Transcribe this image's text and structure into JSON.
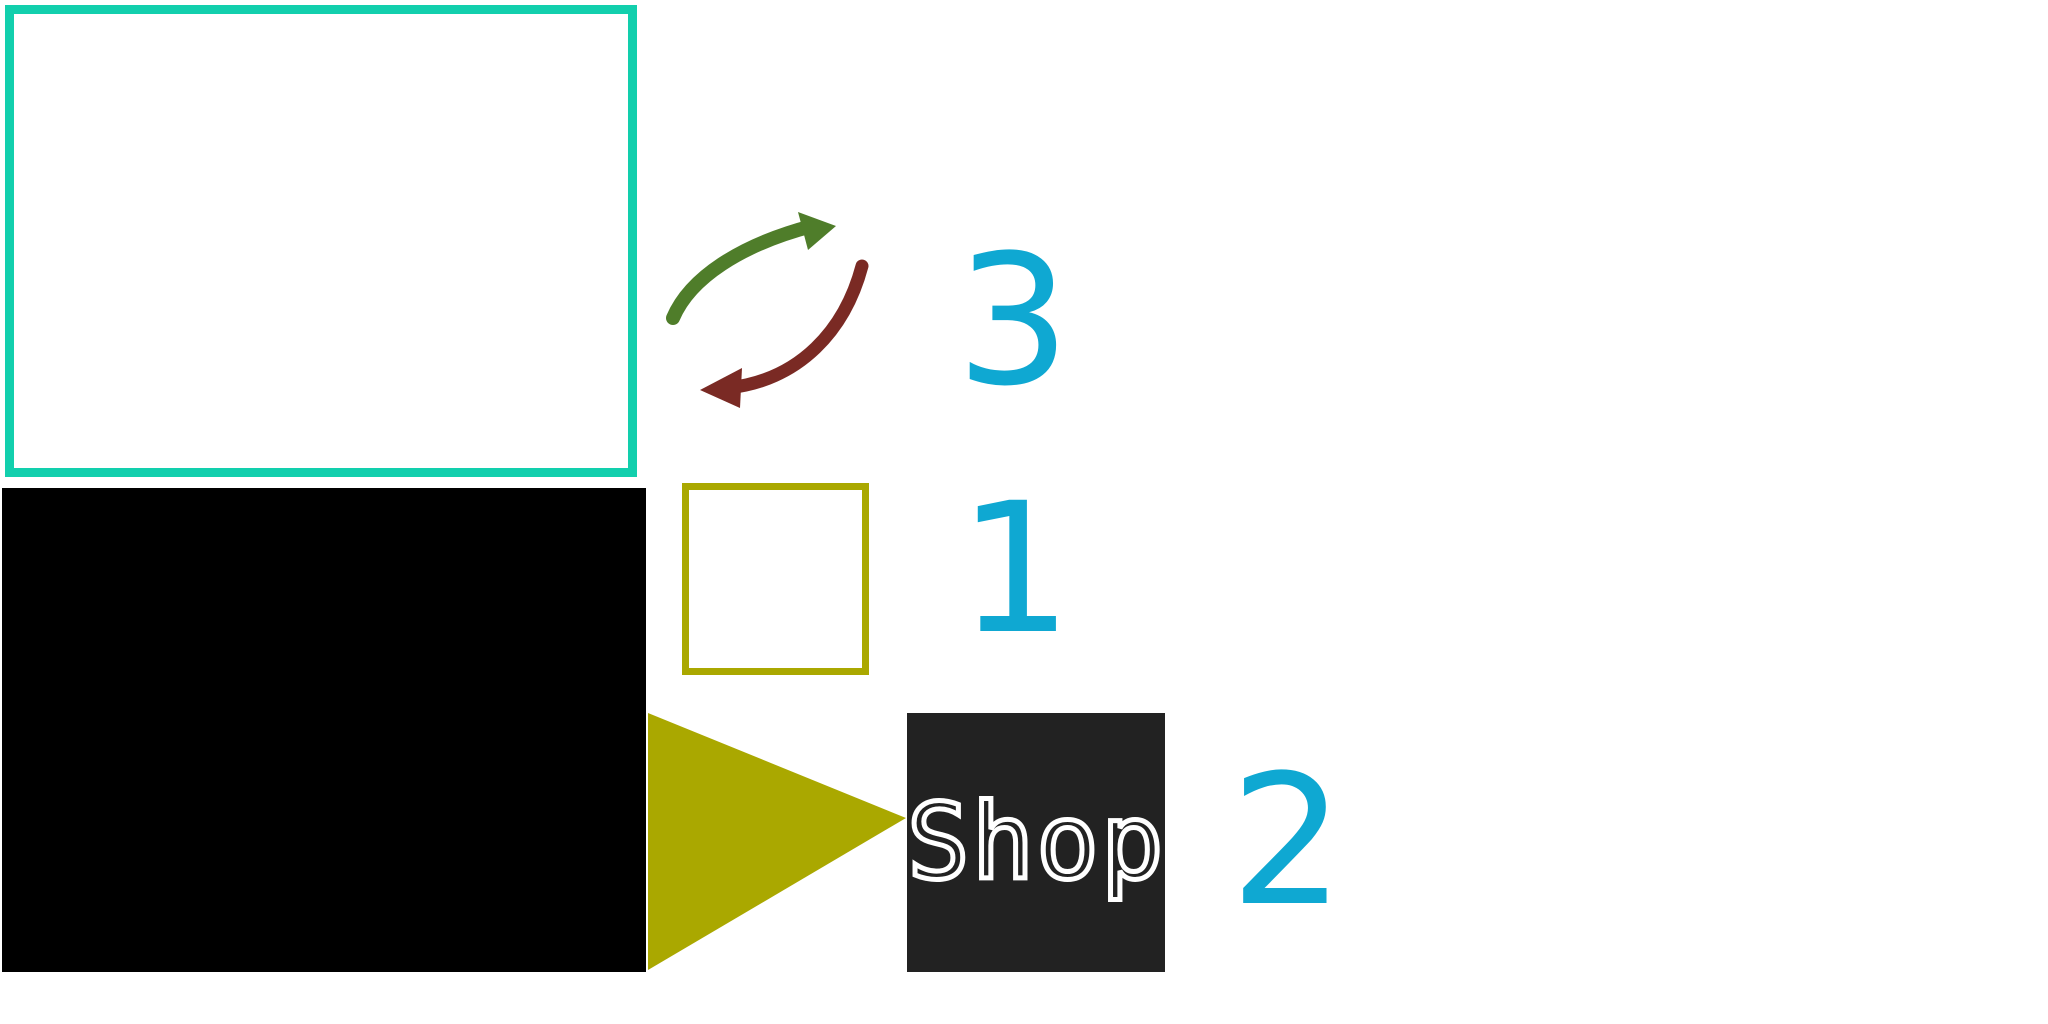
{
  "canvas": {
    "background": "#ffffff"
  },
  "shapes": {
    "teal_frame_color": "#12cfad",
    "black_block_color": "#000000",
    "olive_square_color": "#aaa800",
    "triangle_color": "#aaa800",
    "card_color": "#222222"
  },
  "cycle_icon": {
    "icon": "refresh-icon",
    "upper_arrow_color": "#4f7d2a",
    "lower_arrow_color": "#7a2a24"
  },
  "shop_card": {
    "label": "Shop",
    "text_color": "#ffffff"
  },
  "numbers": {
    "color": "#0fa8d2",
    "three": "3",
    "one": "1",
    "two": "2"
  }
}
